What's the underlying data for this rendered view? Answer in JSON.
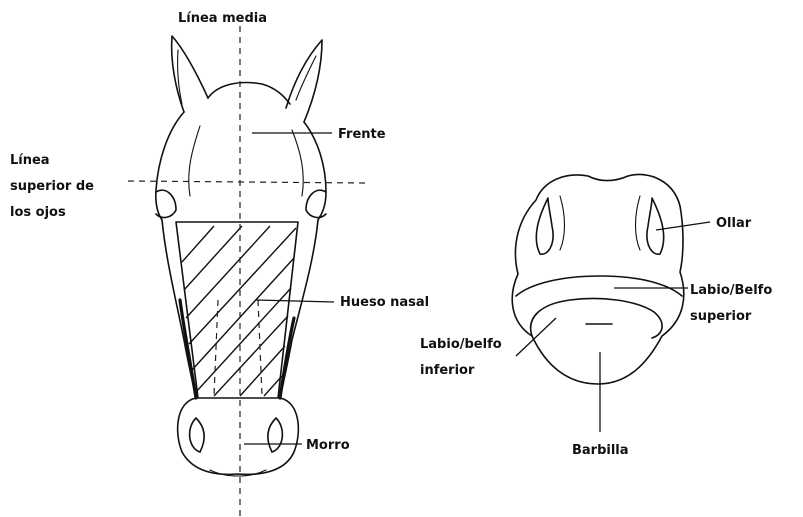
{
  "labels": {
    "linea_media": "Línea media",
    "frente": "Frente",
    "linea_superior_1": "Línea",
    "linea_superior_2": "superior de",
    "linea_superior_3": "los ojos",
    "hueso_nasal": "Hueso nasal",
    "morro": "Morro",
    "ollar": "Ollar",
    "labio_superior_1": "Labio/Belfo",
    "labio_superior_2": "superior",
    "labio_inferior_1": "Labio/belfo",
    "labio_inferior_2": "inferior",
    "barbilla": "Barbilla"
  },
  "colors": {
    "ink": "#111111",
    "background": "#ffffff"
  }
}
